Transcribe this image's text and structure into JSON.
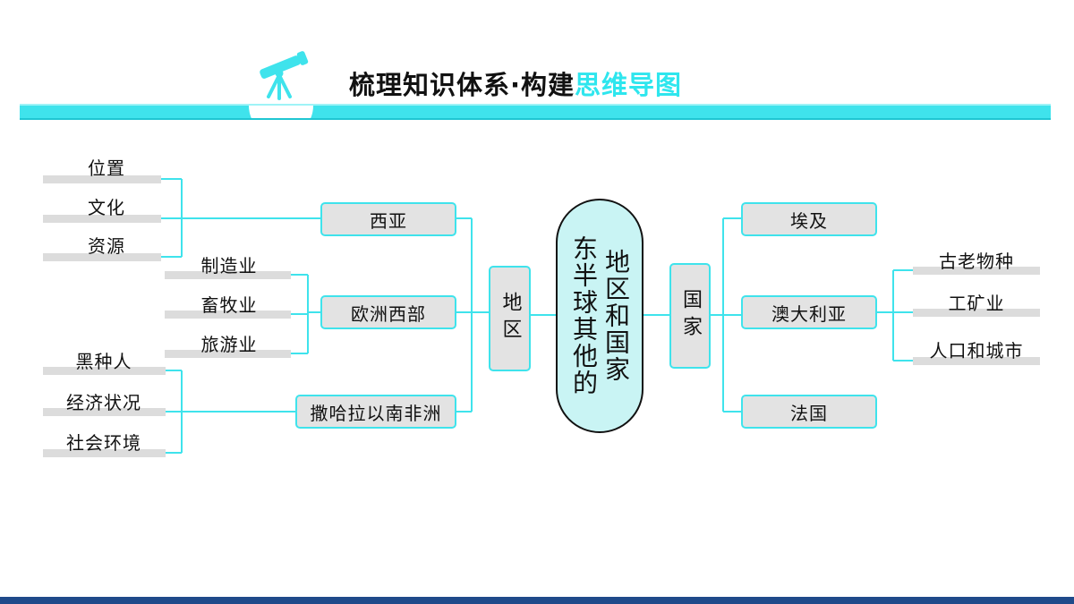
{
  "header": {
    "title_main": "梳理知识体系·构建",
    "title_highlight": "思维导图",
    "icon": "telescope-icon"
  },
  "center": {
    "col_right": "地区和国家",
    "col_left": "东半球其他的"
  },
  "left": {
    "branch": "地区",
    "regions": [
      {
        "label": "西亚",
        "items": [
          "位置",
          "文化",
          "资源"
        ]
      },
      {
        "label": "欧洲西部",
        "items": [
          "制造业",
          "畜牧业",
          "旅游业"
        ]
      },
      {
        "label": "撒哈拉以南非洲",
        "items": [
          "黑种人",
          "经济状况",
          "社会环境"
        ]
      }
    ]
  },
  "right": {
    "branch": "国家",
    "countries": [
      {
        "label": "埃及",
        "items": []
      },
      {
        "label": "澳大利亚",
        "items": [
          "古老物种",
          "工矿业",
          "人口和城市"
        ]
      },
      {
        "label": "法国",
        "items": []
      }
    ]
  },
  "colors": {
    "accent": "#3fe3ec",
    "box_fill": "#e3e3e3",
    "center_fill": "#c9f4f4",
    "footer": "#1f4a8a"
  }
}
